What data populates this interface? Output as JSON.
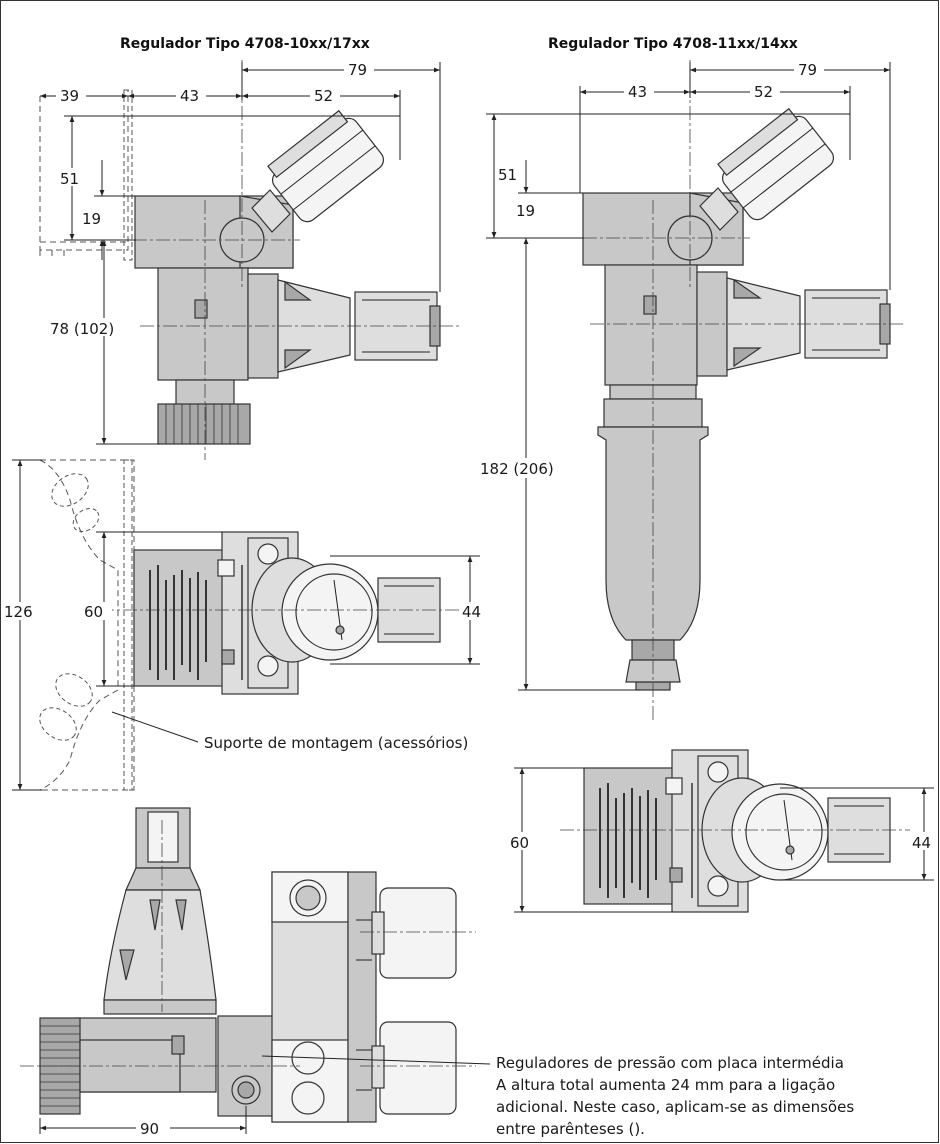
{
  "titles": {
    "left": "Regulador Tipo 4708-10xx/17xx",
    "right": "Regulador Tipo 4708-11xx/14xx"
  },
  "dims": {
    "l_39": "39",
    "l_43": "43",
    "l_52": "52",
    "l_79": "79",
    "l_51": "51",
    "l_19": "19",
    "l_78": "78 (102)",
    "r_43": "43",
    "r_52": "52",
    "r_79": "79",
    "r_51": "51",
    "r_19": "19",
    "r_182": "182 (206)",
    "m_126": "126",
    "m_60": "60",
    "m_44": "44",
    "r2_60": "60",
    "r2_44": "44",
    "b_90": "90"
  },
  "labels": {
    "bracket": "Suporte de montagem (acessórios)",
    "note": [
      "Reguladores de pressão com placa intermédia",
      "A altura total aumenta 24 mm para a ligação",
      "adicional. Neste caso, aplicam-se as dimensões",
      "entre parênteses ()."
    ]
  }
}
